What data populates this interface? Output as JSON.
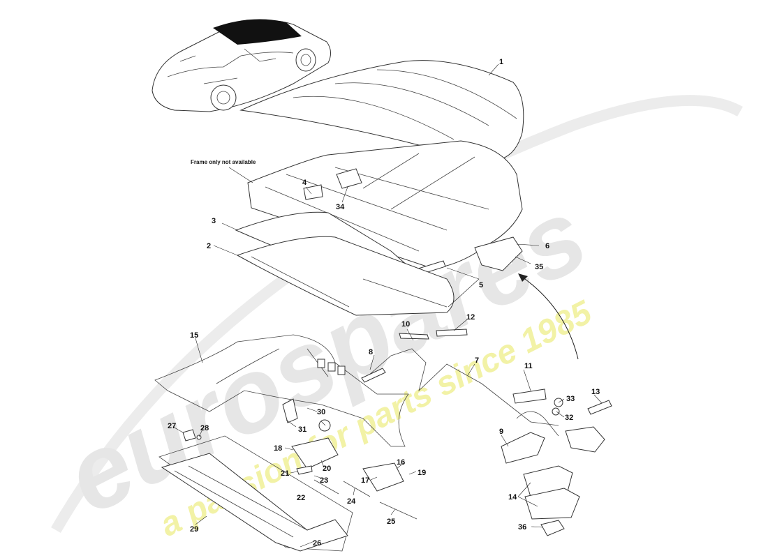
{
  "watermark": {
    "brand": "eurospares",
    "tagline": "a passion for parts since 1985",
    "brand_color": "#d9d9d9",
    "tagline_color": "#f1f19a"
  },
  "note": "Frame only not available",
  "callouts": [
    "1",
    "2",
    "3",
    "4",
    "5",
    "6",
    "7",
    "8",
    "9",
    "10",
    "11",
    "12",
    "13",
    "14",
    "15",
    "16",
    "17",
    "18",
    "19",
    "20",
    "21",
    "22",
    "23",
    "24",
    "25",
    "26",
    "27",
    "28",
    "29",
    "30",
    "31",
    "32",
    "33",
    "34",
    "35",
    "36"
  ]
}
